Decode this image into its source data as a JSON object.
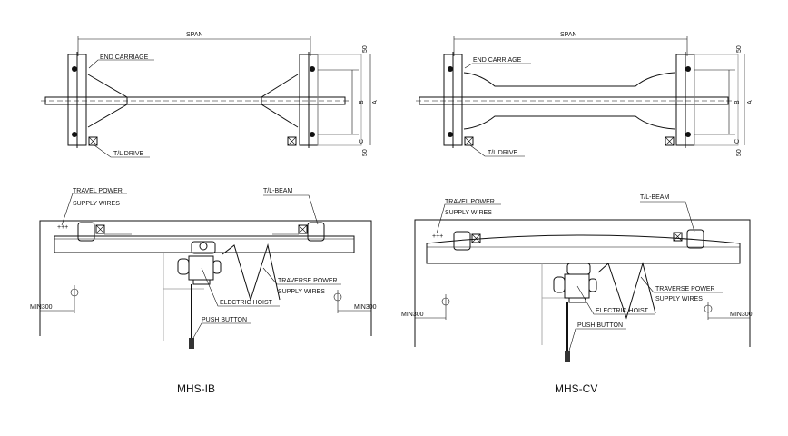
{
  "left": {
    "caption": "MHS-IB",
    "top_view": {
      "span": "SPAN",
      "end_carriage": "END CARRIAGE",
      "tl_drive": "T/L DRIVE",
      "dim_top": "50",
      "dim_a": "A",
      "dim_b": "B",
      "dim_c": "C",
      "dim_bottom": "50"
    },
    "side_view": {
      "travel_power_1": "TRAVEL POWER",
      "travel_power_2": "SUPPLY WIRES",
      "tl_beam": "T/L-BEAM",
      "traverse_1": "TRAVERSE POWER",
      "traverse_2": "SUPPLY WIRES",
      "electric_hoist": "ELECTRIC HOIST",
      "push_button": "PUSH BUTTON",
      "min_left": "MIN300",
      "min_right": "MIN300"
    }
  },
  "right": {
    "caption": "MHS-CV",
    "top_view": {
      "span": "SPAN",
      "end_carriage": "END CARRIAGE",
      "tl_drive": "T/L DRIVE",
      "dim_top": "50",
      "dim_a": "A",
      "dim_b": "B",
      "dim_c": "C",
      "dim_bottom": "50"
    },
    "side_view": {
      "travel_power_1": "TRAVEL POWER",
      "travel_power_2": "SUPPLY WIRES",
      "tl_beam": "T/L-BEAM",
      "traverse_1": "TRAVERSE POWER",
      "traverse_2": "SUPPLY WIRES",
      "electric_hoist": "ELECTRIC HOIST",
      "push_button": "PUSH BUTTON",
      "min_left": "MIN300",
      "min_right": "MIN300"
    }
  }
}
